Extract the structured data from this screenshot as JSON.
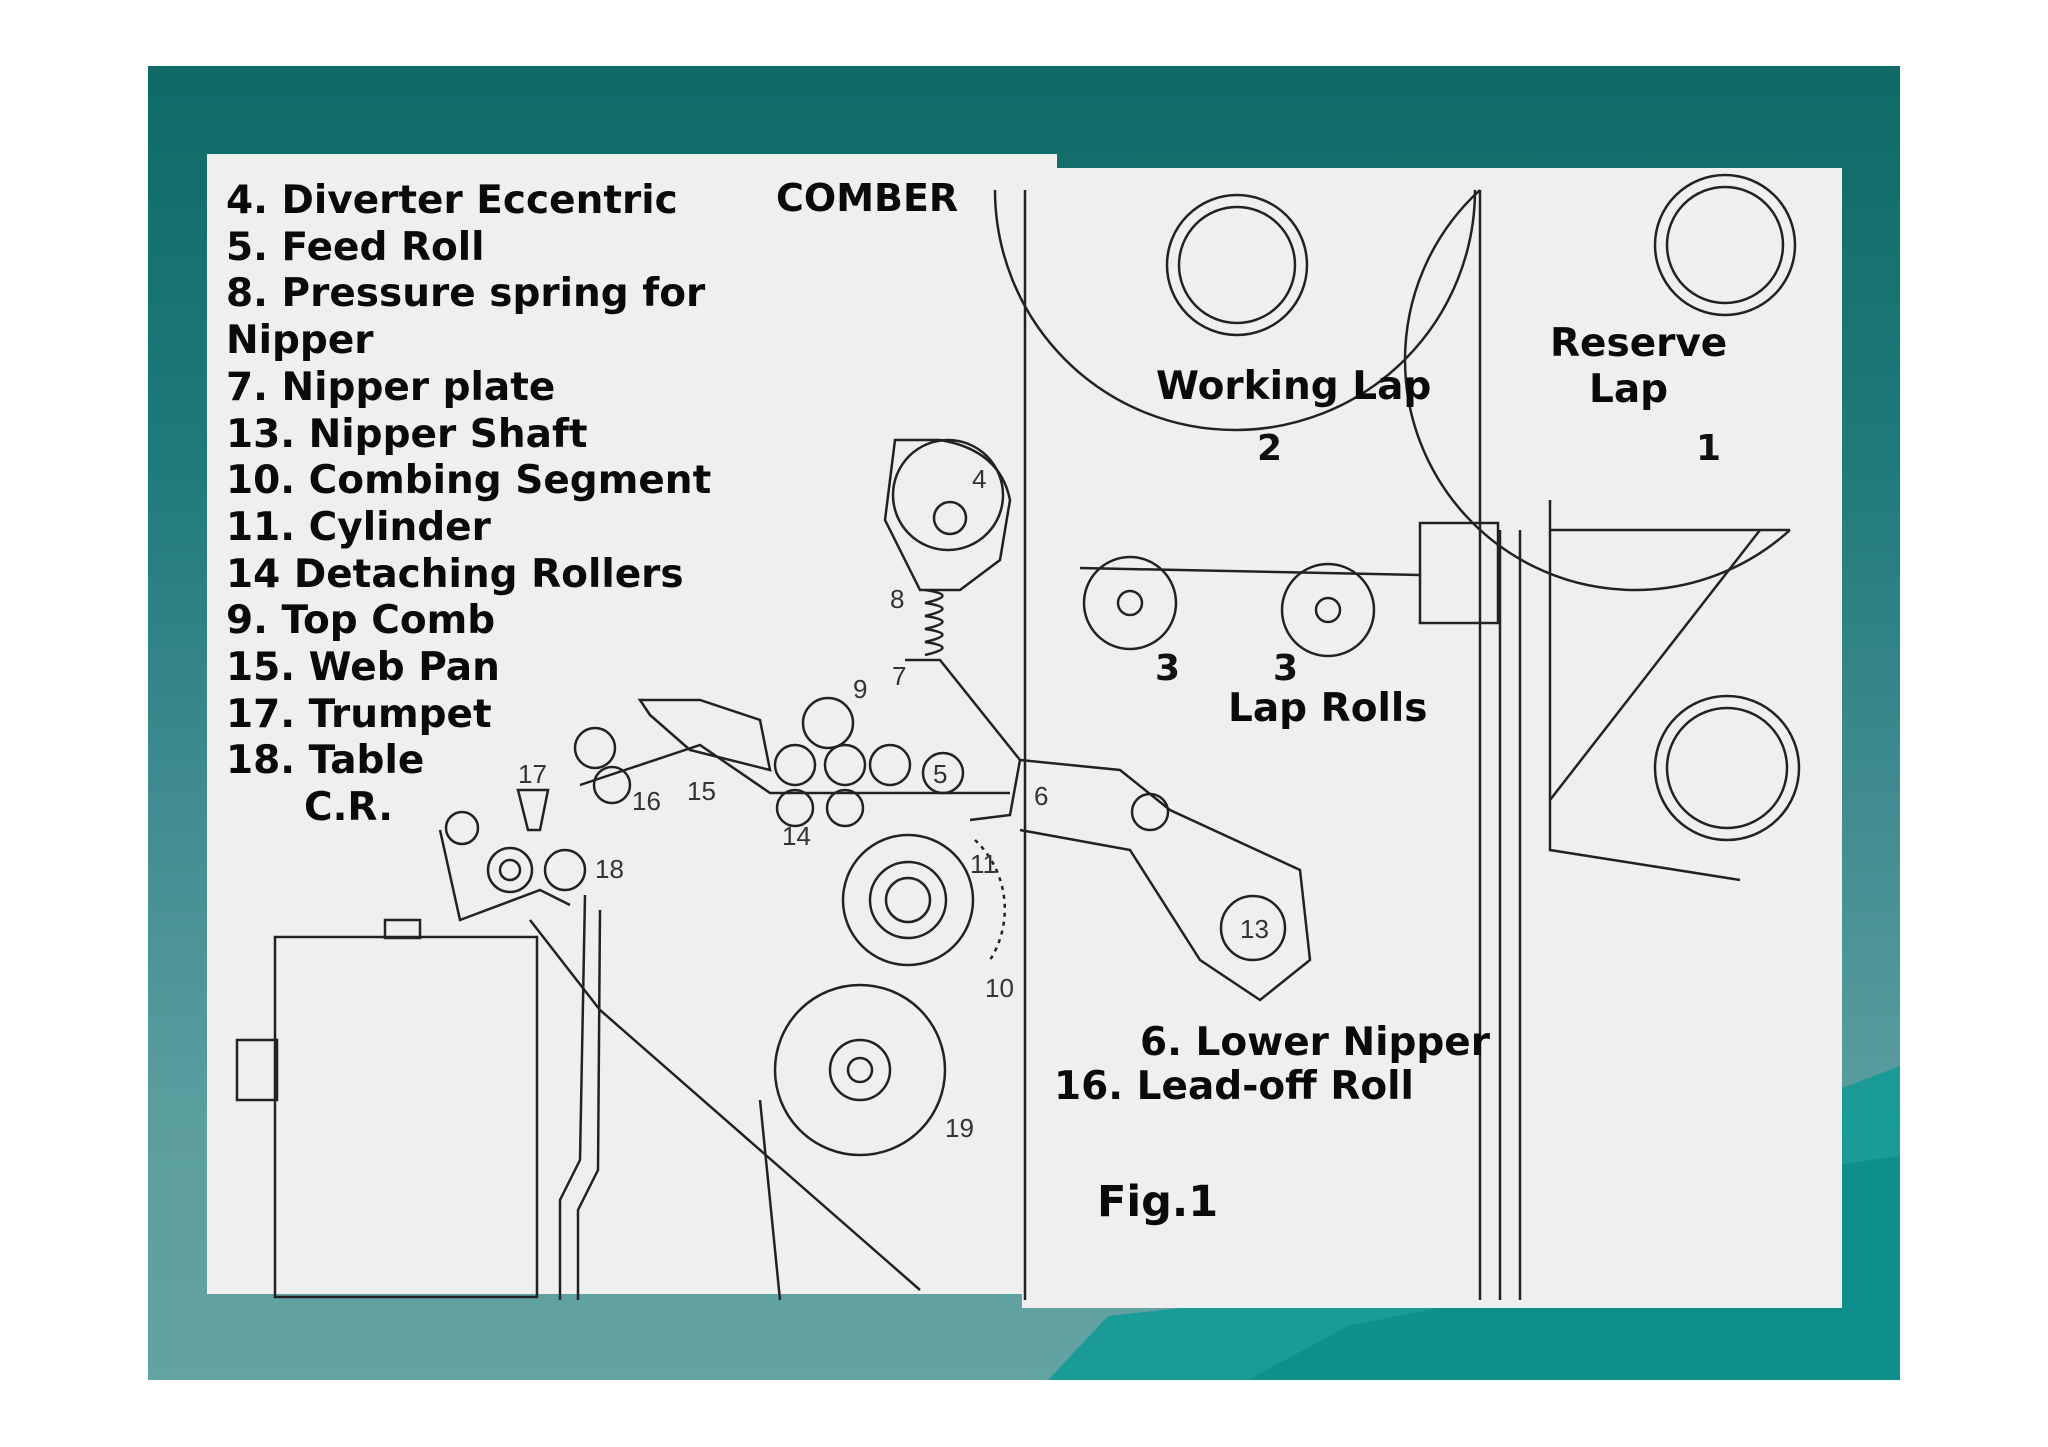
{
  "title": "COMBER",
  "legend": [
    "4. Diverter Eccentric",
    "5. Feed Roll",
    "8. Pressure spring for",
    "Nipper",
    "7. Nipper plate",
    "13. Nipper Shaft",
    "10. Combing Segment",
    "11. Cylinder",
    "14 Detaching Rollers",
    "9. Top Comb",
    "15. Web Pan",
    "17. Trumpet",
    "18. Table",
    "C.R."
  ],
  "labels": {
    "working_lap": "Working Lap",
    "reserve_lap_line1": "Reserve",
    "reserve_lap_line2": "Lap",
    "lap_rolls": "Lap Rolls",
    "lower_nipper": "6. Lower Nipper",
    "lead_off_roll": "16. Lead-off Roll",
    "fig": "Fig.1"
  },
  "callouts": {
    "working_lap_no": "2",
    "reserve_lap_no": "1",
    "lap_roll_a": "3",
    "lap_roll_b": "3"
  },
  "part_numbers": [
    "4",
    "8",
    "9",
    "7",
    "5",
    "6",
    "17",
    "16",
    "15",
    "14",
    "11",
    "13",
    "18",
    "10",
    "19"
  ],
  "colors": {
    "background_top": "#0f6a66",
    "background_bottom": "#63a3a2",
    "paper": "#efefef",
    "ink": "#0a0a0a"
  }
}
